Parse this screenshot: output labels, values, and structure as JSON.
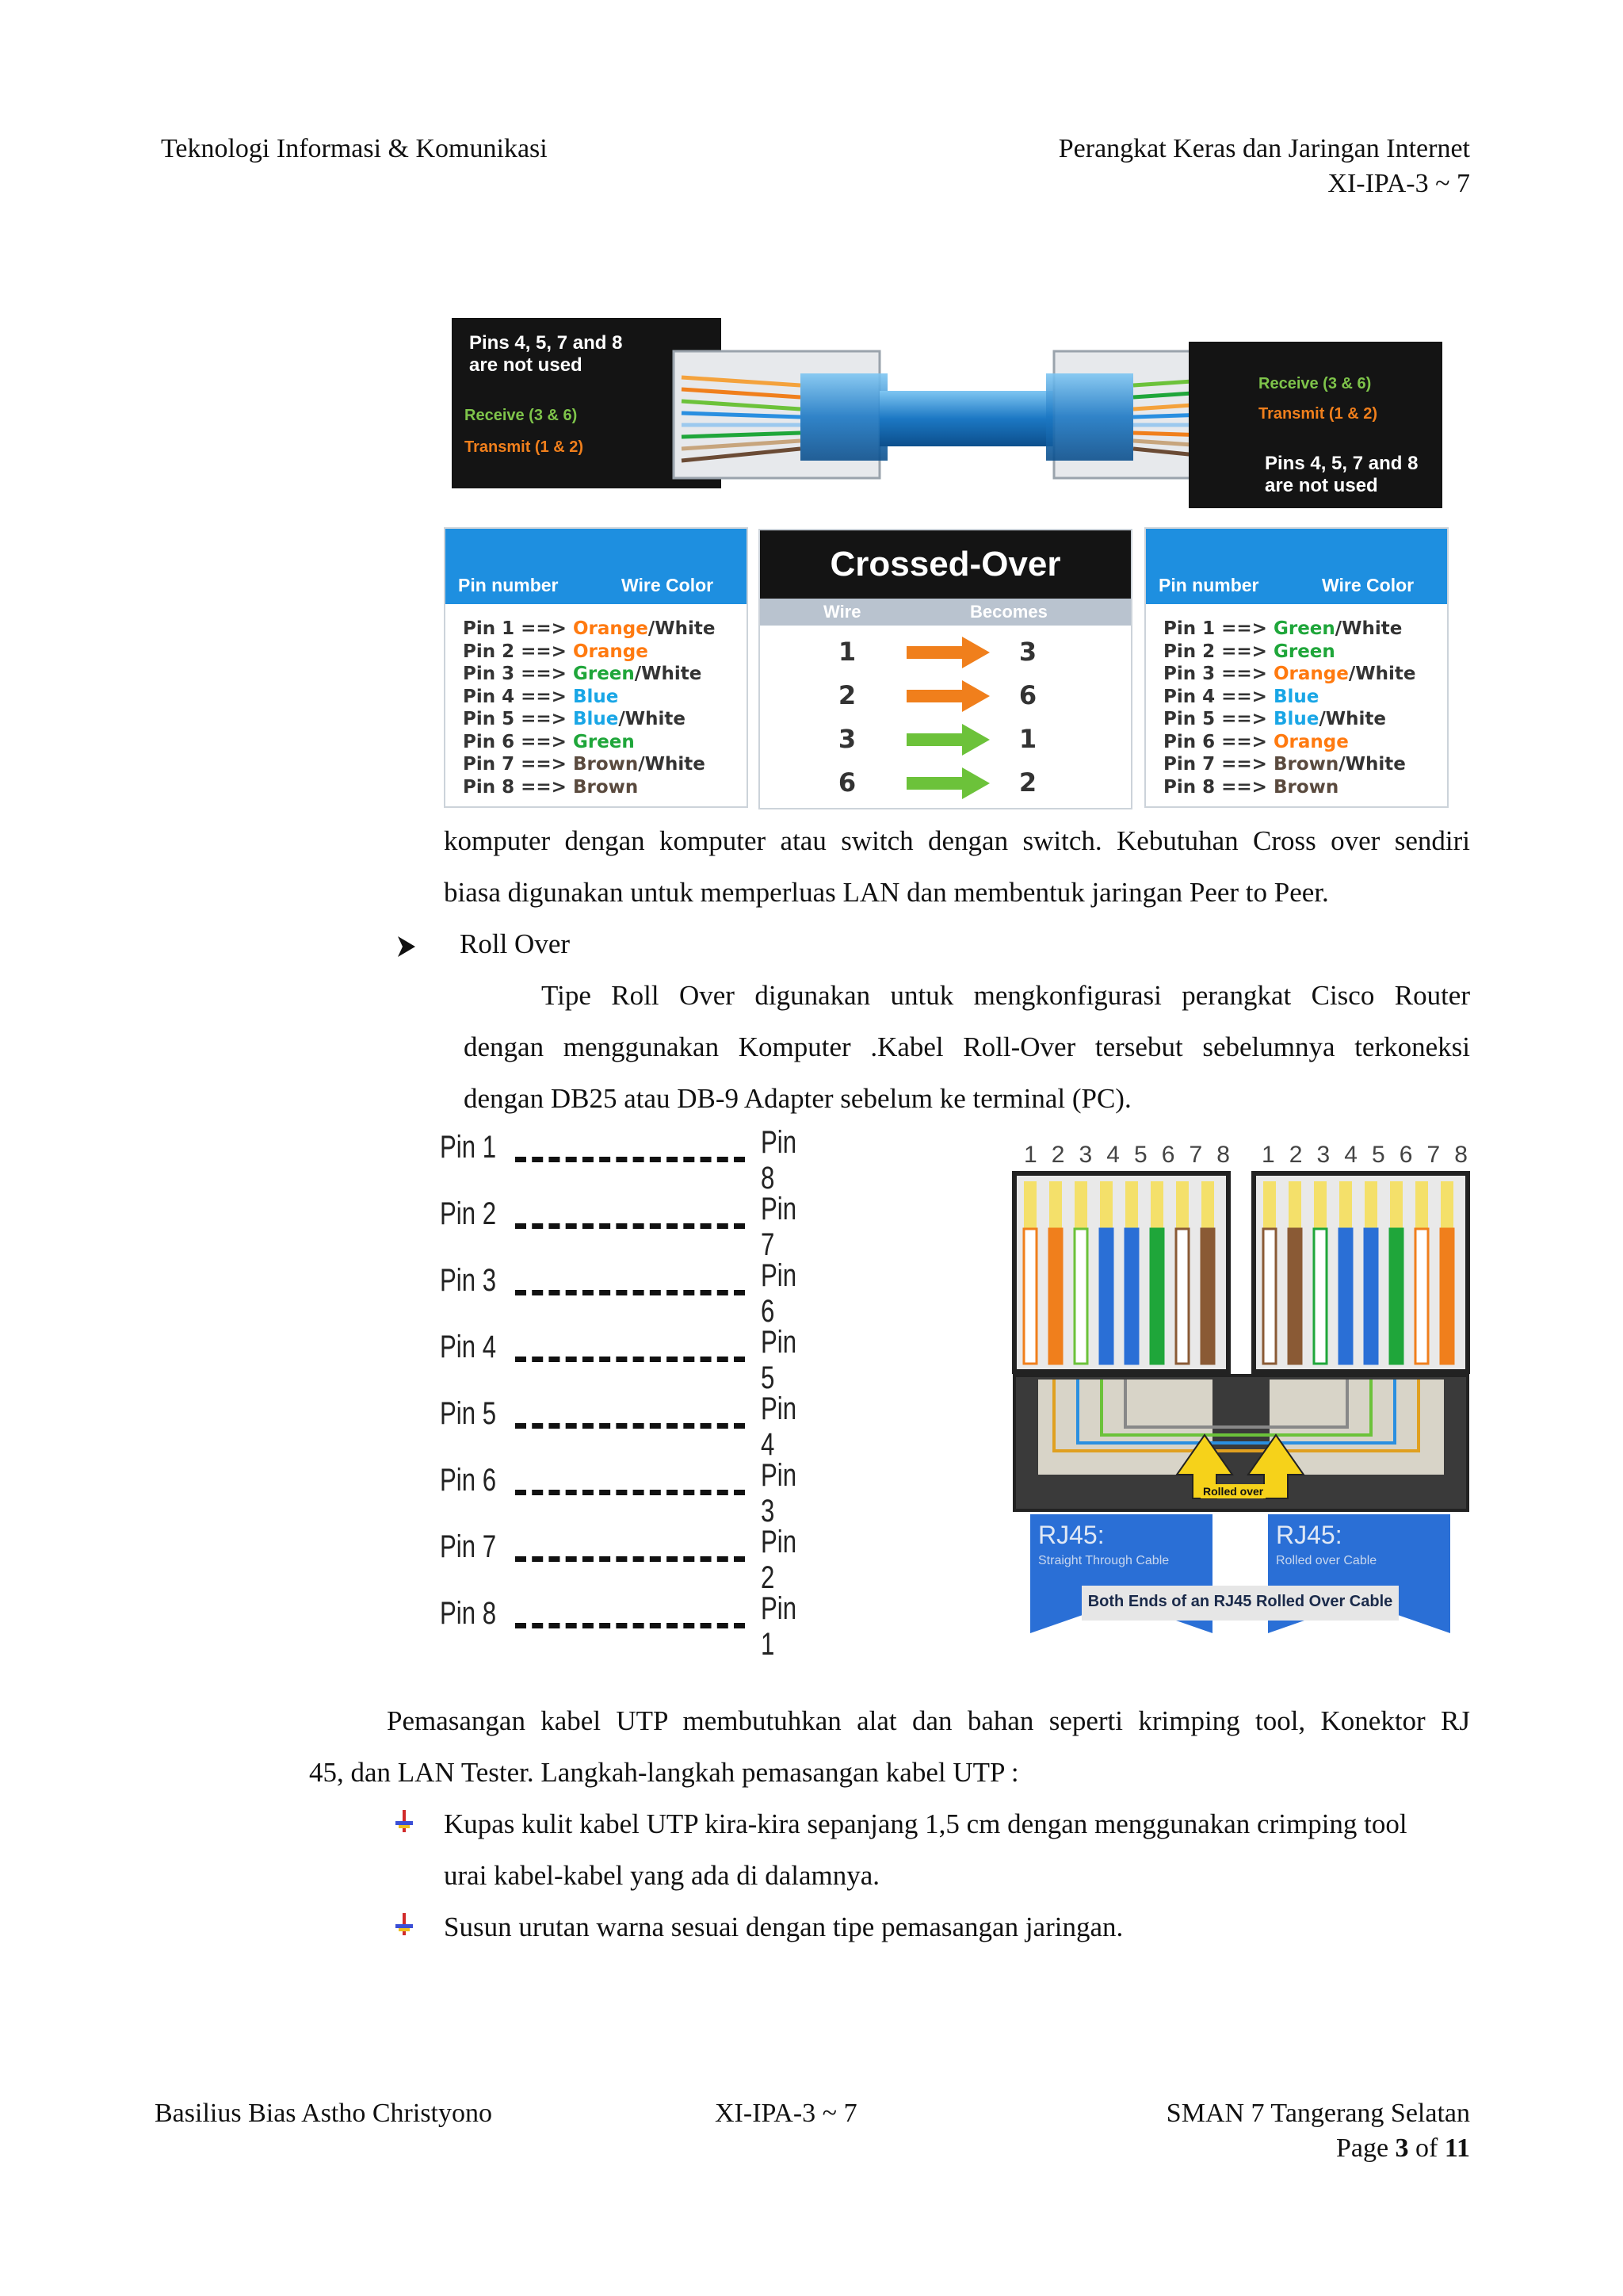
{
  "header": {
    "left": "Teknologi Informasi & Komunikasi",
    "right_line1": "Perangkat Keras dan Jaringan Internet",
    "right_line2": "XI-IPA-3 ~ 7"
  },
  "crossover_figure": {
    "top_left_note": [
      "Pins 4, 5, 7 and 8",
      "are not used"
    ],
    "top_left_receive": "Receive (3 & 6)",
    "top_left_transmit": "Transmit (1 & 2)",
    "top_right_receive": "Receive (3 & 6)",
    "top_right_transmit": "Transmit (1 & 2)",
    "top_right_note": [
      "Pins 4, 5, 7 and 8",
      "are not used"
    ],
    "left_table": {
      "headers": [
        "Pin number",
        "Wire Color"
      ],
      "rows": [
        {
          "pin": "Pin 1 ==> ",
          "color": "Orange",
          "suffix": "/White",
          "cls": "c-orange"
        },
        {
          "pin": "Pin 2 ==> ",
          "color": "Orange",
          "suffix": "",
          "cls": "c-orange"
        },
        {
          "pin": "Pin 3 ==> ",
          "color": "Green",
          "suffix": "/White",
          "cls": "c-green"
        },
        {
          "pin": "Pin 4 ==> ",
          "color": "Blue",
          "suffix": "",
          "cls": "c-blue"
        },
        {
          "pin": "Pin 5 ==> ",
          "color": "Blue",
          "suffix": "/White",
          "cls": "c-blue"
        },
        {
          "pin": "Pin 6 ==> ",
          "color": "Green",
          "suffix": "",
          "cls": "c-green"
        },
        {
          "pin": "Pin 7 ==> ",
          "color": "Brown",
          "suffix": "/White",
          "cls": "c-brown"
        },
        {
          "pin": "Pin 8 ==> ",
          "color": "Brown",
          "suffix": "",
          "cls": "c-brown"
        }
      ]
    },
    "middle": {
      "title": "Crossed-Over",
      "headers": [
        "Wire",
        "Becomes"
      ],
      "rows": [
        {
          "from": "1",
          "to": "3",
          "arrow": "#f07f1c"
        },
        {
          "from": "2",
          "to": "6",
          "arrow": "#f07f1c"
        },
        {
          "from": "3",
          "to": "1",
          "arrow": "#6cc23a"
        },
        {
          "from": "6",
          "to": "2",
          "arrow": "#6cc23a"
        }
      ]
    },
    "right_table": {
      "headers": [
        "Pin number",
        "Wire Color"
      ],
      "rows": [
        {
          "pin": "Pin 1 ==> ",
          "color": "Green",
          "suffix": "/White",
          "cls": "c-green"
        },
        {
          "pin": "Pin 2 ==> ",
          "color": "Green",
          "suffix": "",
          "cls": "c-green"
        },
        {
          "pin": "Pin 3 ==> ",
          "color": "Orange",
          "suffix": "/White",
          "cls": "c-orange"
        },
        {
          "pin": "Pin 4 ==> ",
          "color": "Blue",
          "suffix": "",
          "cls": "c-blue"
        },
        {
          "pin": "Pin 5 ==> ",
          "color": "Blue",
          "suffix": "/White",
          "cls": "c-blue"
        },
        {
          "pin": "Pin 6 ==> ",
          "color": "Orange",
          "suffix": "",
          "cls": "c-orange"
        },
        {
          "pin": "Pin 7 ==> ",
          "color": "Brown",
          "suffix": "/White",
          "cls": "c-brown"
        },
        {
          "pin": "Pin 8 ==> ",
          "color": "Brown",
          "suffix": "",
          "cls": "c-brown"
        }
      ]
    }
  },
  "para1_line1": "komputer dengan komputer atau switch dengan switch. Kebutuhan Cross over sendiri",
  "para1_line2": "biasa digunakan untuk memperluas LAN dan membentuk jaringan Peer to Peer.",
  "rollover_heading": "Roll Over",
  "para2_line1": "Tipe Roll Over digunakan untuk mengkonfigurasi perangkat Cisco Router",
  "para2_line2": "dengan menggunakan Komputer .Kabel Roll-Over tersebut sebelumnya terkoneksi",
  "para2_line3": "dengan DB25 atau DB-9 Adapter sebelum ke terminal (PC).",
  "rollover_pins": [
    {
      "left": "Pin 1",
      "right": "Pin 8"
    },
    {
      "left": "Pin 2",
      "right": "Pin 7"
    },
    {
      "left": "Pin 3",
      "right": "Pin 6"
    },
    {
      "left": "Pin 4",
      "right": "Pin 5"
    },
    {
      "left": "Pin 5",
      "right": "Pin 4"
    },
    {
      "left": "Pin 6",
      "right": "Pin 3"
    },
    {
      "left": "Pin 7",
      "right": "Pin 2"
    },
    {
      "left": "Pin 8",
      "right": "Pin 1"
    }
  ],
  "rj45_figure": {
    "pin_numbers": [
      "1",
      "2",
      "3",
      "4",
      "5",
      "6",
      "7",
      "8"
    ],
    "center_label": "Rolled over",
    "left_banner_title": "RJ45:",
    "left_banner_sub": "Straight Through Cable",
    "right_banner_title": "RJ45:",
    "right_banner_sub": "Rolled over Cable",
    "bottom_caption": "Both Ends of an RJ45 Rolled Over Cable"
  },
  "para3_line1": "Pemasangan kabel UTP membutuhkan alat dan bahan seperti krimping tool, Konektor RJ",
  "para3_line2": "45, dan LAN Tester. Langkah-langkah pemasangan kabel UTP :",
  "steps": [
    {
      "line1": "Kupas kulit kabel UTP kira-kira sepanjang 1,5 cm dengan menggunakan crimping tool",
      "line2": "urai kabel-kabel yang ada di dalamnya."
    },
    {
      "line1": "Susun urutan warna sesuai dengan tipe pemasangan jaringan.",
      "line2": ""
    }
  ],
  "footer": {
    "author": "Basilius Bias Astho Christyono",
    "class": "XI-IPA-3 ~ 7",
    "school": "SMAN 7 Tangerang Selatan",
    "page_word": "Page",
    "page_num": "3",
    "of_word": "of",
    "page_total": "11"
  }
}
